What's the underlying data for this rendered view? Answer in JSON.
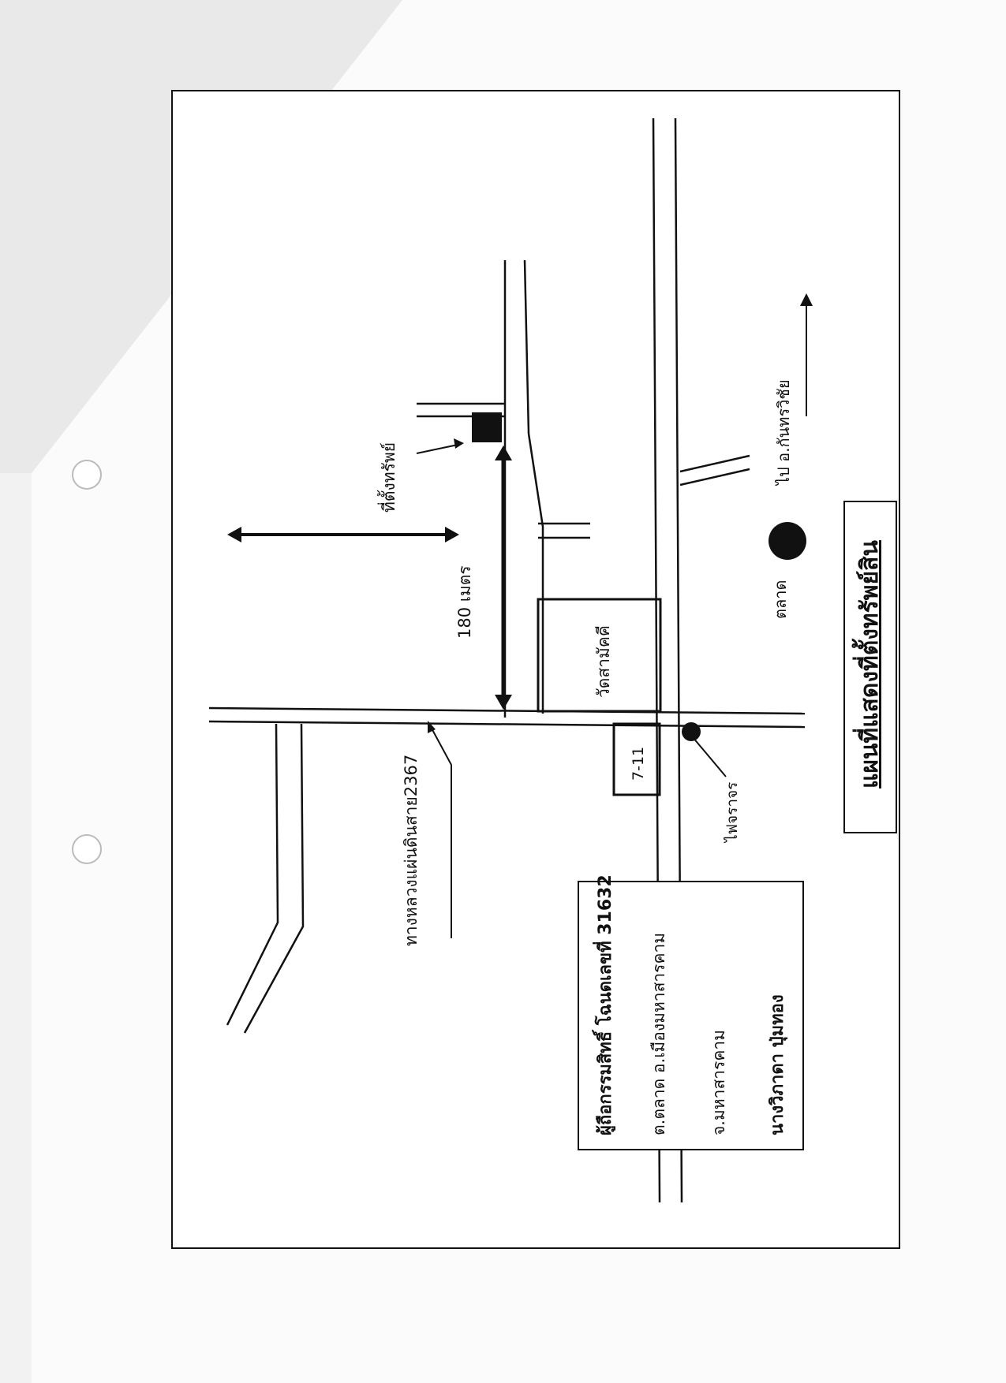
{
  "map": {
    "title": "แผนที่แสดงที่ตั้งทรัพย์สิน",
    "property_label": "ที่ตั้งทรัพย์",
    "distance_label": "180 เมตร",
    "highway_label": "ทางหลวงแผ่นดินสาย2367",
    "temple_label": "วัดสามัคคี",
    "store_label": "7-11",
    "traffic_light_label": "ไฟจราจร",
    "market_label": "ตลาด",
    "direction_label": "ไป อ.กันทรวิชัย"
  },
  "owner": {
    "heading": "ผู้ถือกรรมสิทธิ์ โฉนดเลขที่ 31632",
    "address_line1": "ต.ตลาด อ.เมืองมหาสารคาม",
    "address_line2": "จ.มหาสารคาม",
    "name": "นางวิภาดา ปุ่มทอง"
  },
  "colors": {
    "paper": "#ffffff",
    "ink": "#111111",
    "background": "#f2f2f2"
  }
}
